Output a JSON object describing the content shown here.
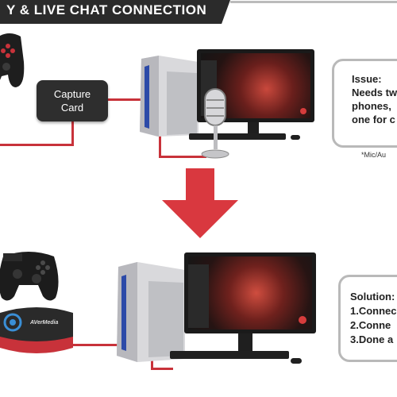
{
  "header": {
    "title": "Y & LIVE CHAT CONNECTION"
  },
  "top_setup": {
    "capture_card_label": [
      "Capture",
      "Card"
    ]
  },
  "issue_note": {
    "lines": [
      "Issue:",
      "Needs tw",
      "phones,",
      "one for c"
    ]
  },
  "footnote": "*Mic/Au",
  "bottom_setup": {
    "device_brand": "AVerMedia"
  },
  "solution_note": {
    "lines": [
      "Solution:",
      "1.Connec",
      "2.Conne",
      "3.Done a"
    ]
  },
  "colors": {
    "accent_red": "#c8323a",
    "arrow_red": "#d9383f",
    "dark": "#2b2b2b",
    "note_border": "#b9b9b9"
  },
  "icons": [
    "gamepad-icon",
    "microphone-icon",
    "down-arrow-icon"
  ]
}
